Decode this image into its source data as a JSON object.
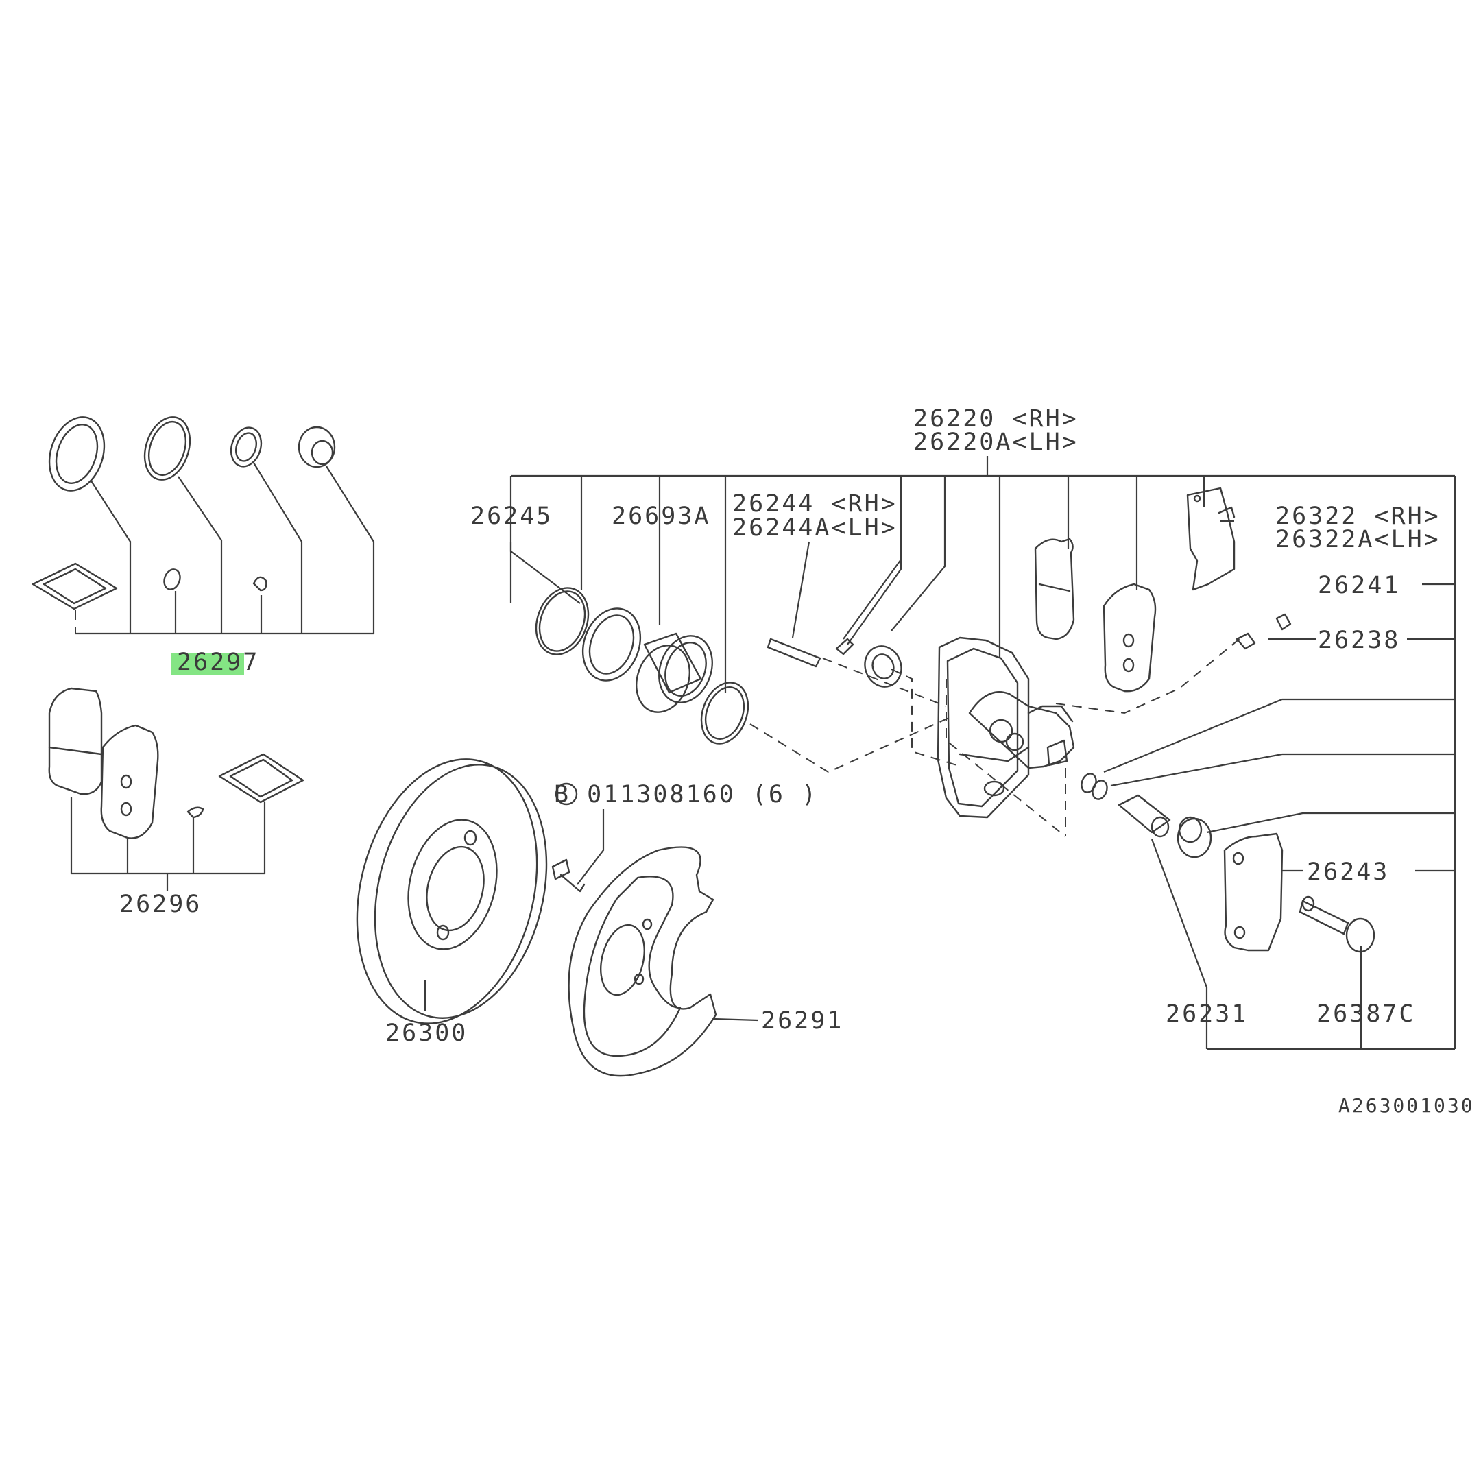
{
  "highlight_color": "#6ee06e",
  "callouts": {
    "p26297": "26297",
    "p26296": "26296",
    "p26245": "26245",
    "p26693a": "26693A",
    "p26244_rh": "26244 <RH>",
    "p26244a_lh": "26244A<LH>",
    "p26220_rh": "26220 <RH>",
    "p26220a_lh": "26220A<LH>",
    "p26322_rh": "26322 <RH>",
    "p26322a_lh": "26322A<LH>",
    "p26241": "26241",
    "p26238": "26238",
    "bolt_ref": "B 011308160 (6 )",
    "p26243": "26243",
    "p26300": "26300",
    "p26291": "26291",
    "p26231": "26231",
    "p26387c": "26387C",
    "figure_code": "A263001030"
  }
}
